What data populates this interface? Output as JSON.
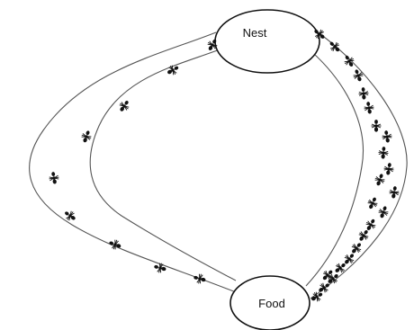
{
  "nodes": {
    "nest": {
      "label": "Nest"
    },
    "food": {
      "label": "Food"
    }
  },
  "colors": {
    "ant": "#111111",
    "path_outline": "#555555",
    "node_outline": "#111111"
  },
  "ants": {
    "long_path_count": 9,
    "short_path_count": 23
  }
}
